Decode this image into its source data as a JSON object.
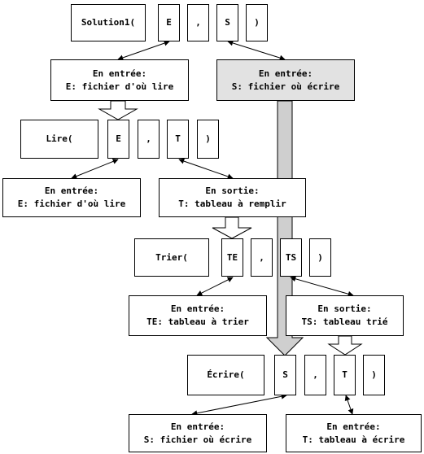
{
  "colors": {
    "ink": "#000000",
    "paper": "#ffffff",
    "shade": "#e2e2e2",
    "flow": "#cfcfcf"
  },
  "calls": [
    {
      "id": "solution1",
      "fn": "Solution1(",
      "args": [
        "E",
        "S"
      ],
      "sep": ",",
      "close": ")"
    },
    {
      "id": "lire",
      "fn": "Lire(",
      "args": [
        "E",
        "T"
      ],
      "sep": ",",
      "close": ")"
    },
    {
      "id": "trier",
      "fn": "Trier(",
      "args": [
        "TE",
        "TS"
      ],
      "sep": ",",
      "close": ")"
    },
    {
      "id": "ecrire",
      "fn": "Écrire(",
      "args": [
        "S",
        "T"
      ],
      "sep": ",",
      "close": ")"
    }
  ],
  "notes": {
    "sol_e": {
      "head": "En entrée:",
      "body": "E: fichier d'où lire"
    },
    "sol_s": {
      "head": "En entrée:",
      "body": "S: fichier où écrire"
    },
    "lire_e": {
      "head": "En entrée:",
      "body": "E: fichier d'où lire"
    },
    "lire_t": {
      "head": "En sortie:",
      "body": "T: tableau à remplir"
    },
    "trier_te": {
      "head": "En entrée:",
      "body": "TE: tableau à trier"
    },
    "trier_ts": {
      "head": "En sortie:",
      "body": "TS: tableau trié"
    },
    "ecrire_s": {
      "head": "En entrée:",
      "body": "S: fichier où écrire"
    },
    "ecrire_t": {
      "head": "En entrée:",
      "body": "T: tableau à écrire"
    }
  }
}
